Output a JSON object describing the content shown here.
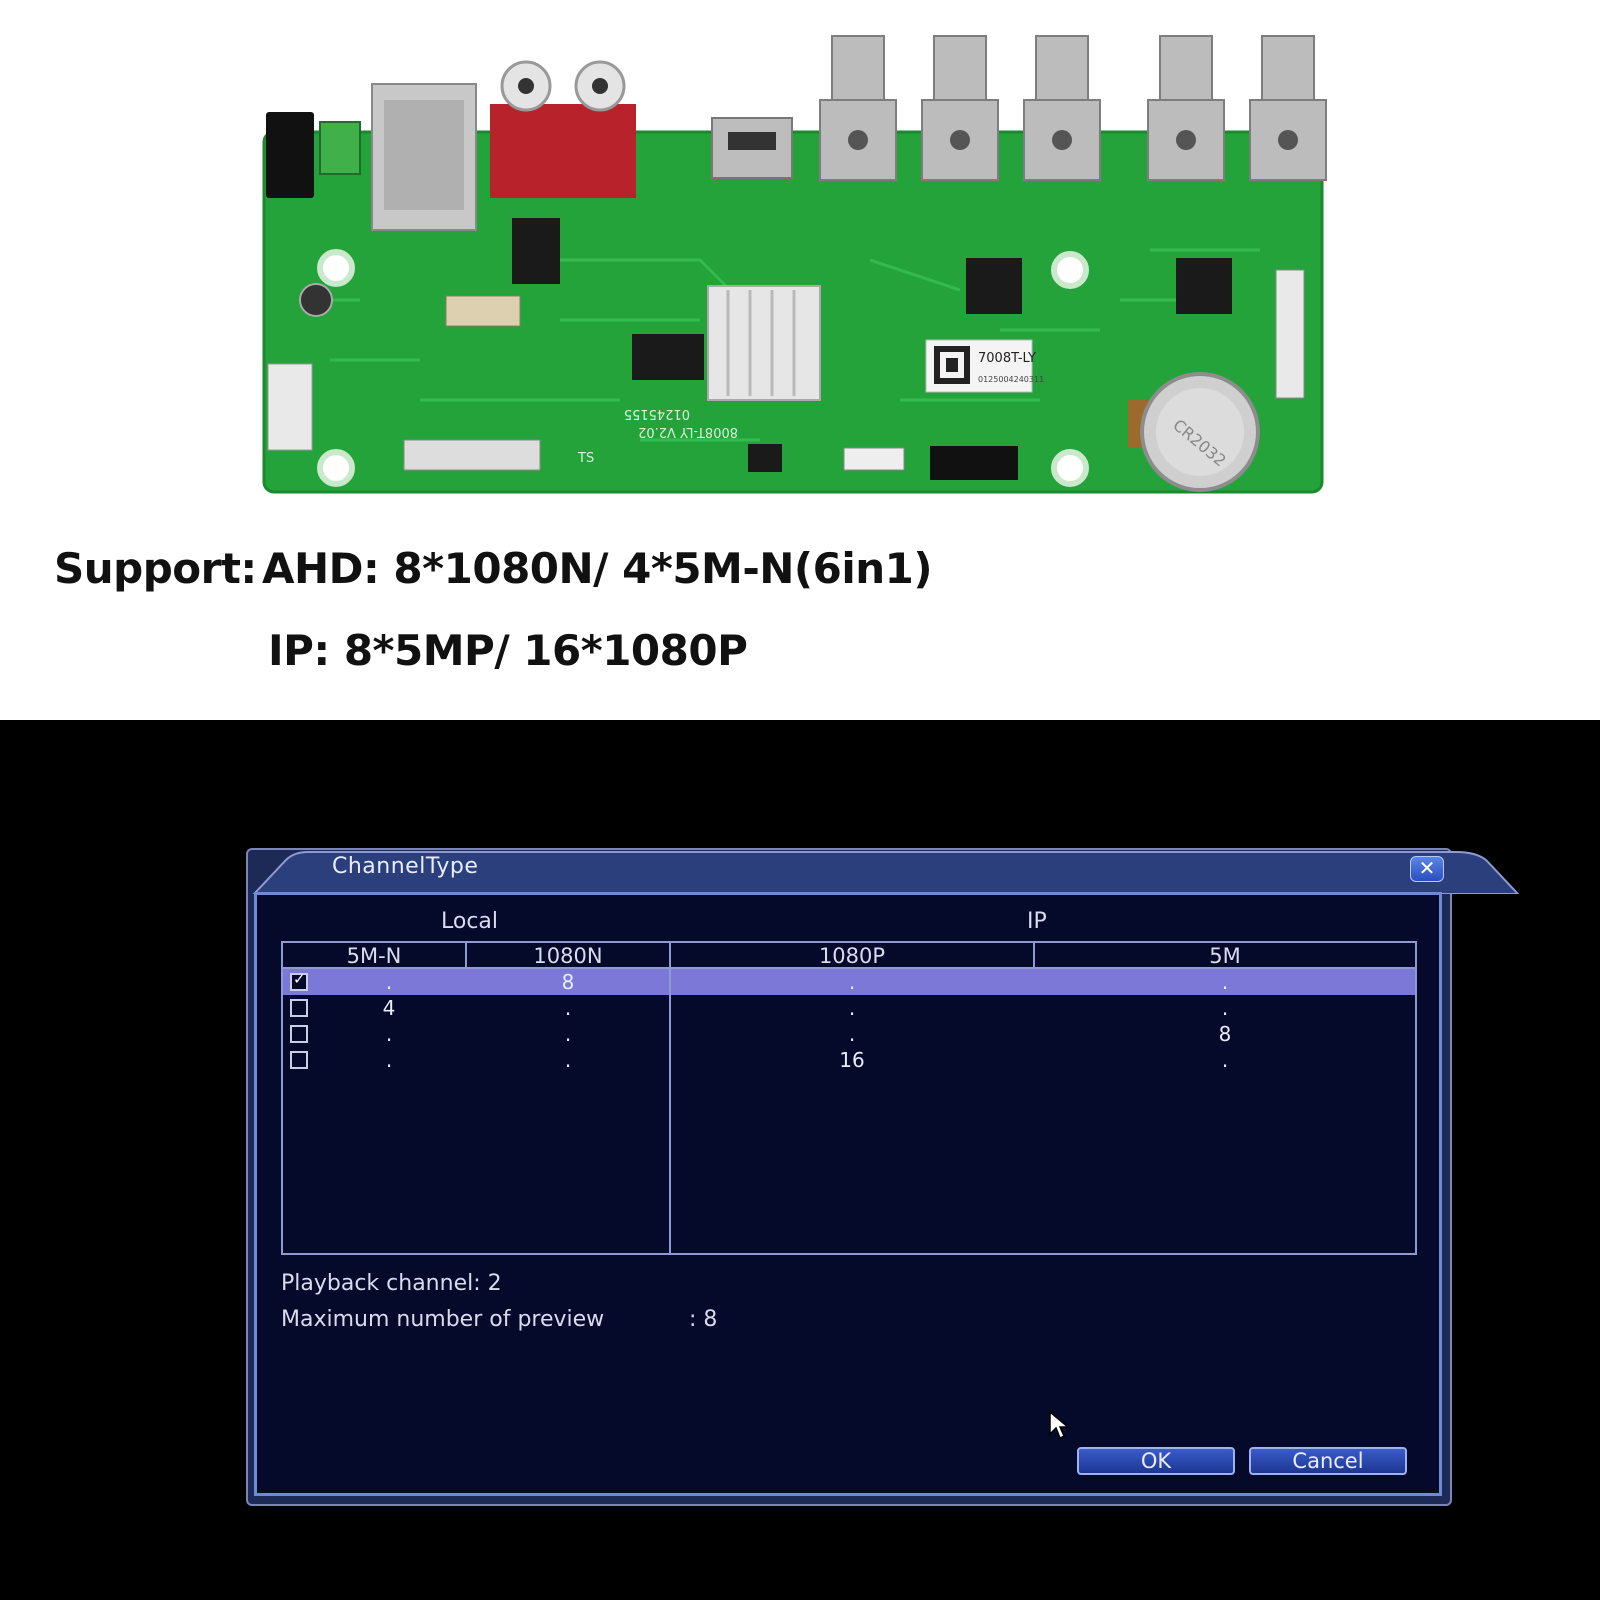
{
  "board": {
    "sticker_model": "7008T-LY",
    "sticker_serial": "0125004240311",
    "silkscreen_model": "8008T-LY V2.02",
    "silkscreen_code": "01245155",
    "silkscreen_ts": "TS",
    "battery_text": "CR2032"
  },
  "support": {
    "label": "Support:",
    "ahd": "AHD: 8*1080N/ 4*5M-N(6in1)",
    "ip": "IP: 8*5MP/ 16*1080P"
  },
  "dialog": {
    "title": "ChannelType",
    "close_icon": "close-icon",
    "group_local": "Local",
    "group_ip": "IP",
    "columns": [
      "5M-N",
      "1080N",
      "1080P",
      "5M"
    ],
    "rows": [
      {
        "checked": true,
        "cells": [
          ".",
          "8",
          ".",
          "."
        ]
      },
      {
        "checked": false,
        "cells": [
          "4",
          ".",
          ".",
          "."
        ]
      },
      {
        "checked": false,
        "cells": [
          ".",
          ".",
          ".",
          "8"
        ]
      },
      {
        "checked": false,
        "cells": [
          ".",
          ".",
          "16",
          "."
        ]
      }
    ],
    "playback_channel": "Playback channel: 2",
    "max_preview_label": "Maximum number of preview",
    "max_preview_value": ": 8",
    "ok_label": "OK",
    "cancel_label": "Cancel"
  },
  "colors": {
    "pcb_green": "#23a33a",
    "dialog_bg": "#05092a",
    "selected_row": "#7b78d8",
    "accent_blue": "#2a4ec0"
  }
}
